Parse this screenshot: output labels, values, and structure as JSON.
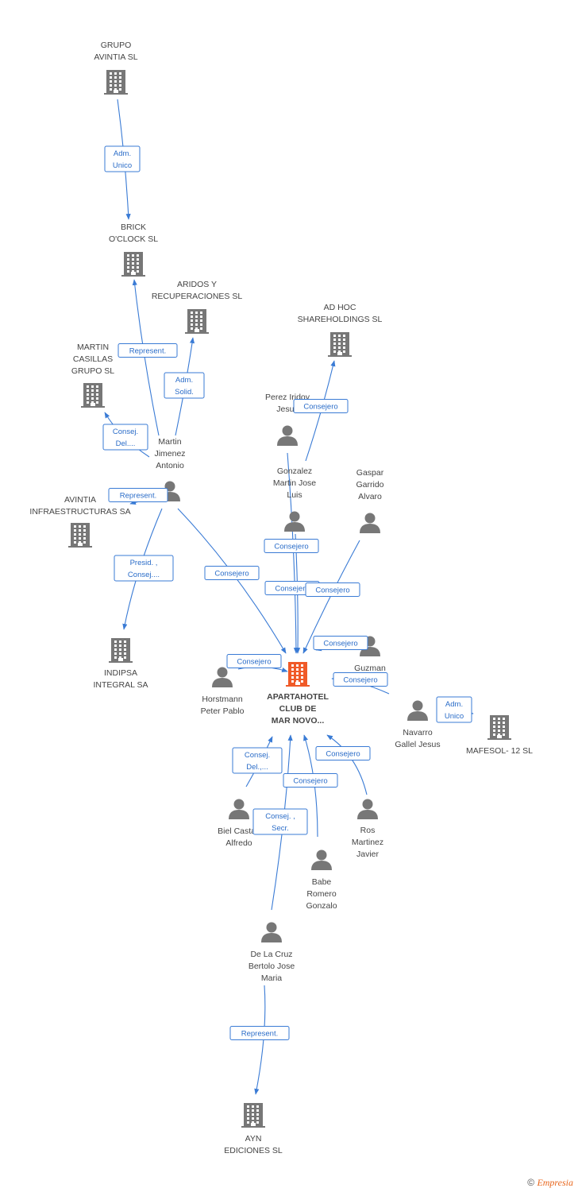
{
  "colors": {
    "company": "#777777",
    "center_company": "#f05a28",
    "person": "#777777",
    "edge": "#3a7bd5"
  },
  "nodes": [
    {
      "id": "grupo_avintia",
      "type": "company",
      "label": [
        "GRUPO",
        "AVINTIA SL"
      ]
    },
    {
      "id": "brick",
      "type": "company",
      "label": [
        "BRICK",
        "O'CLOCK SL"
      ]
    },
    {
      "id": "aridos",
      "type": "company",
      "label": [
        "ARIDOS Y",
        "RECUPERACIONES SL"
      ]
    },
    {
      "id": "adhoc",
      "type": "company",
      "label": [
        "AD HOC",
        "SHAREHOLDINGS SL"
      ]
    },
    {
      "id": "martin_casillas",
      "type": "company",
      "label": [
        "MARTIN",
        "CASILLAS",
        "GRUPO SL"
      ]
    },
    {
      "id": "avintia_infra",
      "type": "company",
      "label": [
        "AVINTIA",
        "INFRAESTRUCTURAS SA"
      ]
    },
    {
      "id": "indipsa",
      "type": "company",
      "label": [
        "INDIPSA",
        "INTEGRAL SA"
      ]
    },
    {
      "id": "apartahotel",
      "type": "center",
      "label": [
        "APARTAHOTEL",
        "CLUB DE",
        "MAR NOVO..."
      ]
    },
    {
      "id": "mafesol",
      "type": "company",
      "label": [
        "MAFESOL- 12 SL"
      ]
    },
    {
      "id": "ayn",
      "type": "company",
      "label": [
        "AYN",
        "EDICIONES SL"
      ]
    },
    {
      "id": "martin_jimenez",
      "type": "person",
      "label": [
        "Martin",
        "Jimenez",
        "Antonio"
      ]
    },
    {
      "id": "perez_iridoy",
      "type": "person",
      "label": [
        "Perez Iridoy",
        "Jesus"
      ]
    },
    {
      "id": "gonzalez_martin",
      "type": "person",
      "label": [
        "Gonzalez",
        "Martin Jose",
        "Luis"
      ]
    },
    {
      "id": "gaspar",
      "type": "person",
      "label": [
        "Gaspar",
        "Garrido",
        "Alvaro"
      ]
    },
    {
      "id": "guzman",
      "type": "person",
      "label": [
        "Guzman",
        "Javier"
      ]
    },
    {
      "id": "horstmann",
      "type": "person",
      "label": [
        "Horstmann",
        "Peter Pablo"
      ]
    },
    {
      "id": "navarro",
      "type": "person",
      "label": [
        "Navarro",
        "Gallel Jesus"
      ]
    },
    {
      "id": "biel",
      "type": "person",
      "label": [
        "Biel Castan",
        "Alfredo"
      ]
    },
    {
      "id": "ros",
      "type": "person",
      "label": [
        "Ros",
        "Martinez",
        "Javier"
      ]
    },
    {
      "id": "babe",
      "type": "person",
      "label": [
        "Babe",
        "Romero",
        "Gonzalo"
      ]
    },
    {
      "id": "delacruz",
      "type": "person",
      "label": [
        "De La Cruz",
        "Bertolo Jose",
        "Maria"
      ]
    }
  ],
  "edges": [
    {
      "from": "grupo_avintia",
      "to": "brick",
      "label": [
        "Adm.",
        "Unico"
      ]
    },
    {
      "from": "martin_jimenez",
      "to": "brick",
      "label": [
        "Represent."
      ]
    },
    {
      "from": "martin_jimenez",
      "to": "aridos",
      "label": [
        "Adm.",
        "Solid."
      ]
    },
    {
      "from": "martin_jimenez",
      "to": "martin_casillas",
      "label": [
        "Consej.",
        "Del...."
      ]
    },
    {
      "from": "martin_jimenez",
      "to": "avintia_infra",
      "label": [
        "Represent."
      ]
    },
    {
      "from": "martin_jimenez",
      "to": "indipsa",
      "label": [
        "Presid. ,",
        "Consej...."
      ]
    },
    {
      "from": "martin_jimenez",
      "to": "apartahotel",
      "label": [
        "Consejero"
      ]
    },
    {
      "from": "gonzalez_martin",
      "to": "adhoc",
      "label": [
        "Consejero"
      ]
    },
    {
      "from": "perez_iridoy",
      "to": "apartahotel",
      "label": [
        "Consejero"
      ]
    },
    {
      "from": "gonzalez_martin",
      "to": "apartahotel",
      "label": [
        "Consejero"
      ]
    },
    {
      "from": "gaspar",
      "to": "apartahotel",
      "label": [
        "Consejero"
      ]
    },
    {
      "from": "guzman",
      "to": "apartahotel",
      "label": [
        "Consejero"
      ]
    },
    {
      "from": "navarro",
      "to": "apartahotel",
      "label": [
        "Consejero"
      ]
    },
    {
      "from": "navarro",
      "to": "mafesol",
      "label": [
        "Adm.",
        "Unico"
      ]
    },
    {
      "from": "horstmann",
      "to": "apartahotel",
      "label": [
        "Consejero"
      ]
    },
    {
      "from": "biel",
      "to": "apartahotel",
      "label": [
        "Consej.",
        "Del.,..."
      ]
    },
    {
      "from": "ros",
      "to": "apartahotel",
      "label": [
        "Consejero"
      ]
    },
    {
      "from": "babe",
      "to": "apartahotel",
      "label": [
        "Consejero"
      ]
    },
    {
      "from": "delacruz",
      "to": "apartahotel",
      "label": [
        "Consej. ,",
        "Secr."
      ]
    },
    {
      "from": "delacruz",
      "to": "ayn",
      "label": [
        "Represent."
      ]
    }
  ],
  "footer": {
    "copyright_symbol": "©",
    "brand": "Empresia"
  }
}
